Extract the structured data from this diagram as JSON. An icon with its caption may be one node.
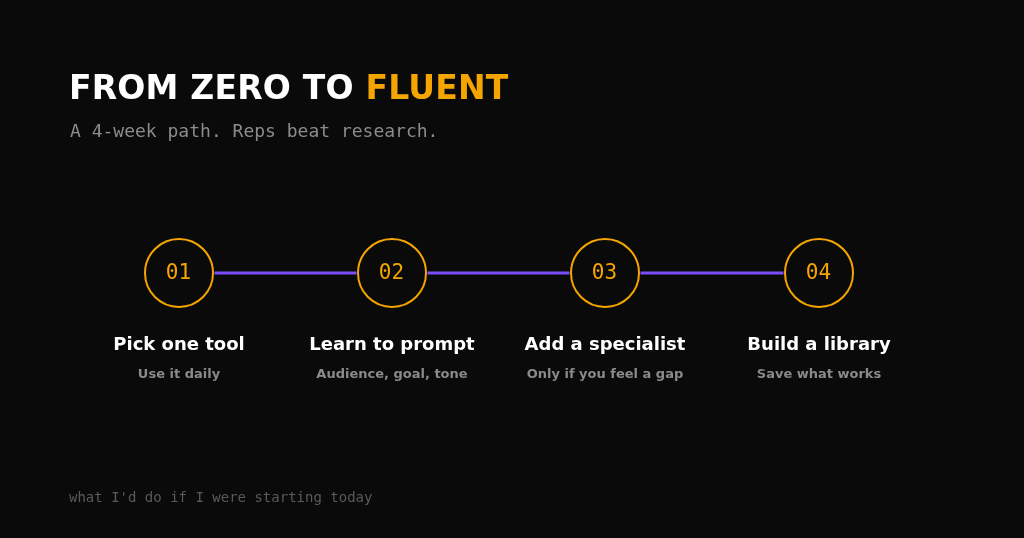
{
  "diagram": {
    "title": "FROM ZERO TO FLUENT",
    "nodes": [
      {
        "text": [
          "01"
        ],
        "beside": [
          "Pick one tool",
          "Use it daily"
        ]
      },
      {
        "text": [
          "02"
        ],
        "beside": [
          "Learn to prompt",
          "Audience, goal, tone"
        ]
      },
      {
        "text": [
          "03"
        ],
        "beside": [
          "Add a specialist",
          "Only if you feel a gap"
        ]
      },
      {
        "text": [
          "04"
        ],
        "beside": [
          "Build a library",
          "Save what works"
        ]
      }
    ],
    "edges": [
      {
        "from": 0,
        "to": 1,
        "arrow": "none"
      },
      {
        "from": 1,
        "to": 2,
        "arrow": "none"
      },
      {
        "from": 2,
        "to": 3,
        "arrow": "none"
      }
    ],
    "labels": [
      "A 4-week path. Reps beat research.",
      "what I'd do if I were starting today"
    ]
  }
}
